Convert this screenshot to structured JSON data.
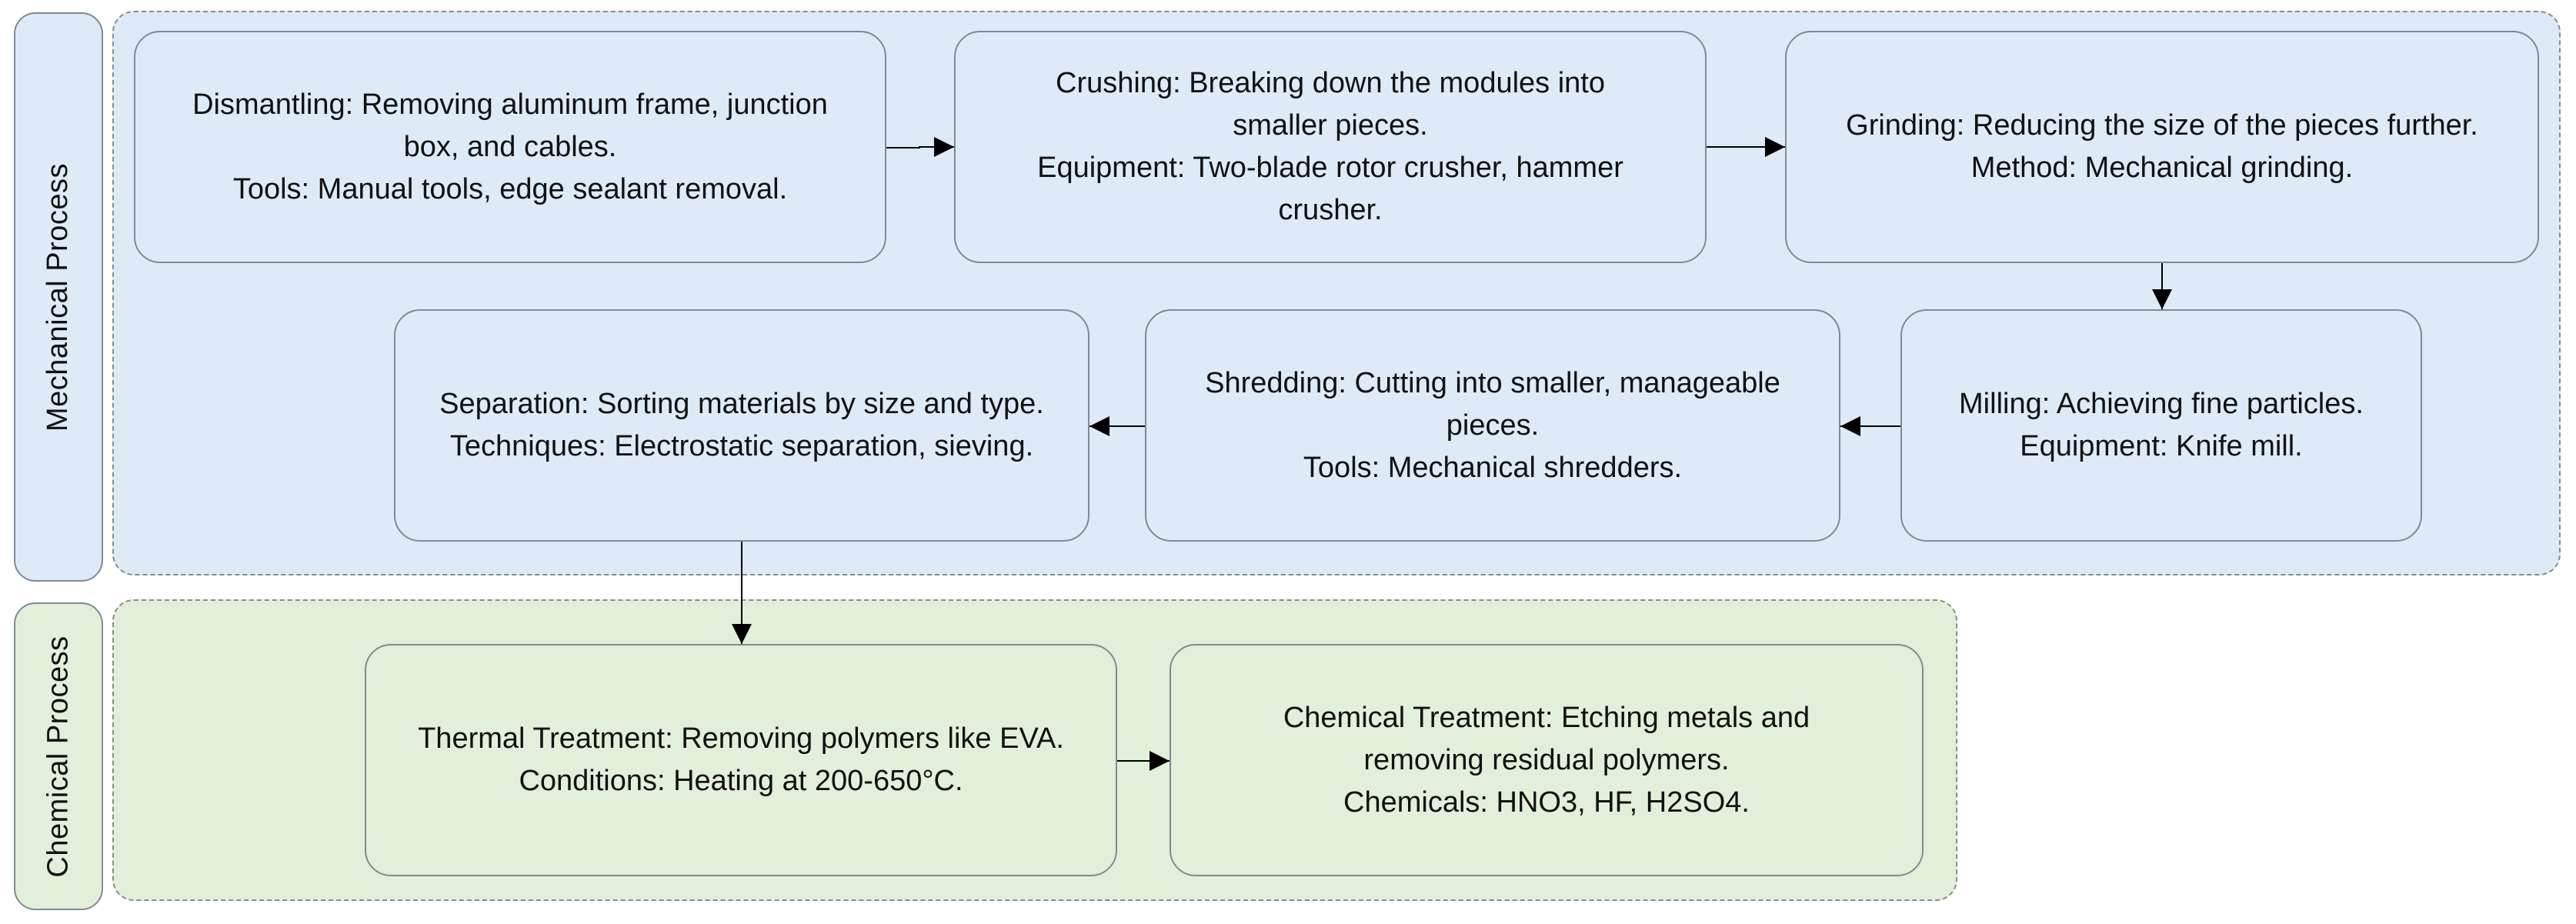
{
  "lanes": {
    "mechanical": "Mechanical Process",
    "chemical": "Chemical Process"
  },
  "steps": {
    "dismantling": {
      "lines": [
        "Dismantling: Removing aluminum frame, junction",
        "box, and cables.",
        "Tools: Manual tools, edge sealant removal."
      ]
    },
    "crushing": {
      "lines": [
        "Crushing: Breaking down the modules into",
        "smaller pieces.",
        "Equipment: Two-blade rotor crusher, hammer",
        "crusher."
      ]
    },
    "grinding": {
      "lines": [
        "Grinding: Reducing the size of the pieces further.",
        "Method: Mechanical grinding."
      ]
    },
    "milling": {
      "lines": [
        "Milling: Achieving fine particles.",
        "Equipment: Knife mill."
      ]
    },
    "shredding": {
      "lines": [
        "Shredding: Cutting into smaller, manageable",
        "pieces.",
        "Tools: Mechanical shredders."
      ]
    },
    "separation": {
      "lines": [
        "Separation: Sorting materials by size and type.",
        "Techniques: Electrostatic separation, sieving."
      ]
    },
    "thermal": {
      "lines": [
        "Thermal Treatment: Removing polymers like EVA.",
        "Conditions: Heating at 200-650°C."
      ]
    },
    "chemical": {
      "lines": [
        "Chemical Treatment: Etching metals and",
        "removing residual polymers.",
        "Chemicals: HNO3, HF, H2SO4."
      ]
    }
  },
  "colors": {
    "mechanical_fill": "#deeaf6",
    "chemical_fill": "#e2efda",
    "border": "#7f8a94",
    "dashed_border": "#8a8a8a",
    "arrow": "#000000",
    "text": "#111111"
  }
}
